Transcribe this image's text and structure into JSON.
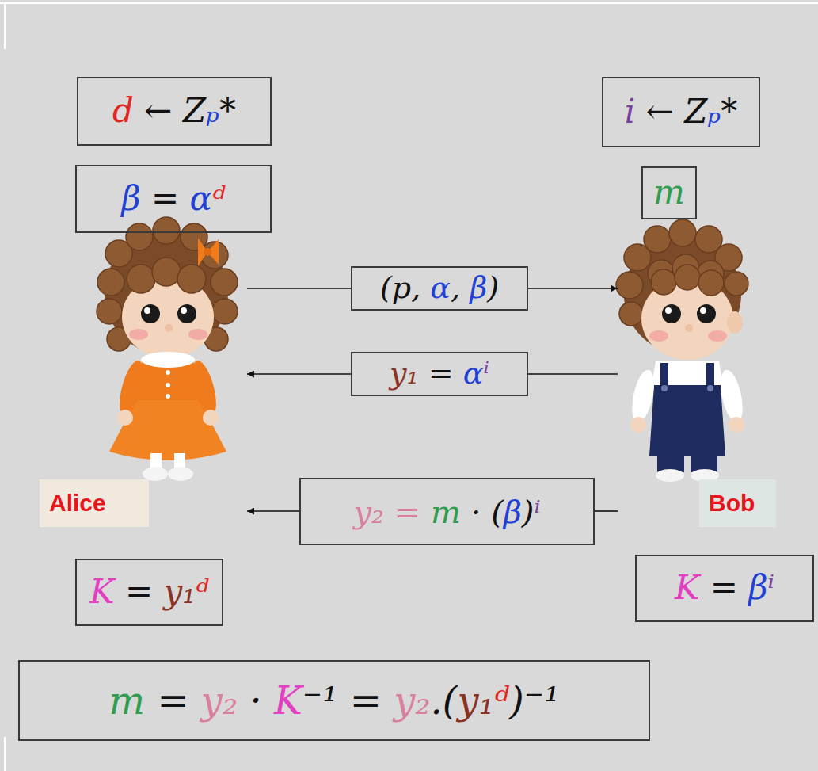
{
  "diagram": {
    "nodes": [
      {
        "text": [
          "d ← Zₚ*"
        ]
      },
      {
        "text": [
          "i ← Zₚ*"
        ]
      },
      {
        "text": [
          "β = αᵈ"
        ]
      },
      {
        "text": [
          "m"
        ]
      },
      {
        "text": [
          "Alice"
        ]
      },
      {
        "text": [
          "(p, α, β)"
        ]
      },
      {
        "text": [
          "Bob"
        ]
      },
      {
        "text": [
          "y₁ = αⁱ"
        ]
      },
      {
        "text": [
          "y₂ = m · (β)ⁱ"
        ]
      },
      {
        "text": [
          "K = y₁ᵈ"
        ]
      },
      {
        "text": [
          "K = βⁱ"
        ]
      },
      {
        "text": [
          "m = y₂ · K⁻¹ = y₂.(y₁ᵈ)⁻¹"
        ]
      }
    ],
    "edges": [
      {
        "from": 4,
        "to": 5,
        "arrow": "none"
      },
      {
        "from": 5,
        "to": 6,
        "arrow": "to"
      },
      {
        "from": 6,
        "to": 7,
        "arrow": "none"
      },
      {
        "from": 7,
        "to": 4,
        "arrow": "to"
      },
      {
        "from": 6,
        "to": 8,
        "arrow": "none"
      },
      {
        "from": 8,
        "to": 4,
        "arrow": "to"
      }
    ]
  }
}
